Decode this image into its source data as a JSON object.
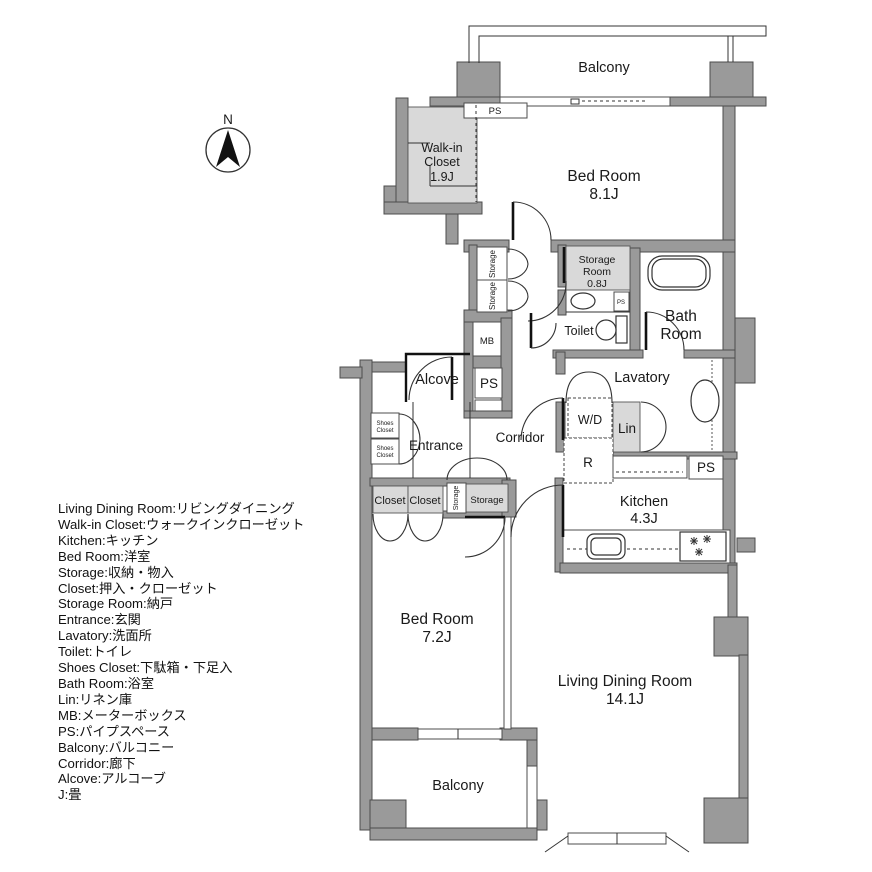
{
  "plan": {
    "compass_north": "N",
    "balcony_top": "Balcony",
    "ps_top": "PS",
    "walk_in_closet": [
      "Walk-in",
      "Closet",
      "1.9J"
    ],
    "bed_room_1": [
      "Bed Room",
      "8.1J"
    ],
    "storage_cells": [
      "Storage",
      "Storage"
    ],
    "storage_room": [
      "Storage",
      "Room",
      "0.8J"
    ],
    "toilet": "Toilet",
    "ps_toilet": "PS",
    "bath_room": [
      "Bath",
      "Room"
    ],
    "mb": "MB",
    "alcove": "Alcove",
    "ps_mid": "PS",
    "lavatory": "Lavatory",
    "washer_dryer": "W/D",
    "linen": "Lin",
    "refrigerator": "R",
    "corridor": "Corridor",
    "entrance": "Entrance",
    "shoes_closet": [
      "Shoes",
      "Closet"
    ],
    "closets": [
      "Closet",
      "Closet"
    ],
    "storage_small_vertical": "Storage",
    "storage_small": "Storage",
    "kitchen": [
      "Kitchen",
      "4.3J"
    ],
    "ps_kitchen": "PS",
    "bed_room_2": [
      "Bed Room",
      "7.2J"
    ],
    "living_dining_room": [
      "Living Dining Room",
      "14.1J"
    ],
    "balcony_bottom": "Balcony"
  },
  "legend": {
    "lines": [
      "Living Dining Room:リビングダイニング",
      "Walk-in Closet:ウォークインクローゼット",
      "Kitchen:キッチン",
      "Bed Room:洋室",
      "Storage:収納・物入",
      "Closet:押入・クローゼット",
      "Storage Room:納戸",
      "Entrance:玄関",
      "Lavatory:洗面所",
      "Toilet:トイレ",
      "Shoes Closet:下駄箱・下足入",
      "Bath Room:浴室",
      "Lin:リネン庫",
      "MB:メーターボックス",
      "PS:パイプスペース",
      "Balcony:バルコニー",
      "Corridor:廊下",
      "Alcove:アルコーブ",
      "J:畳"
    ]
  },
  "colors": {
    "wall_fill": "#9a9a9a",
    "wall_outline": "#4c4c4c",
    "room_shade": "#d9d9d9",
    "line": "#333333",
    "text": "#1a1a1a",
    "background": "#ffffff"
  }
}
